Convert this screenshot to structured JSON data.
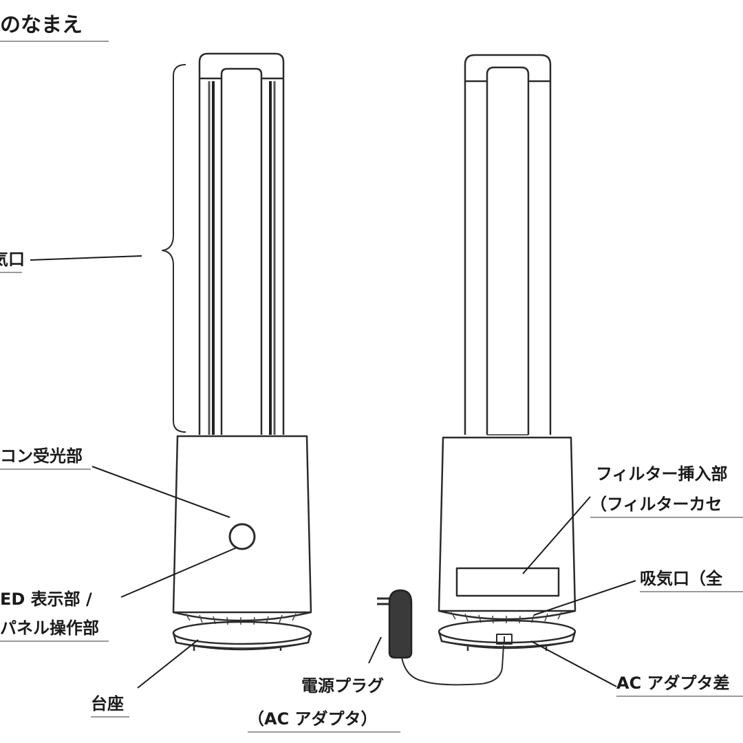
{
  "heading": "のなまえ",
  "labels": {
    "outlet": "気口",
    "remote_receiver": "コン受光部",
    "led_display": "ED 表示部 /",
    "panel_controls": "パネル操作部",
    "base": "台座",
    "power_plug": "電源プラグ",
    "power_plug_sub": "（AC アダプタ）",
    "filter_slot": "フィルター挿入部",
    "filter_slot_sub": "（フィルターカセ",
    "intake": "吸気口（全",
    "ac_jack": "AC アダプタ差"
  }
}
